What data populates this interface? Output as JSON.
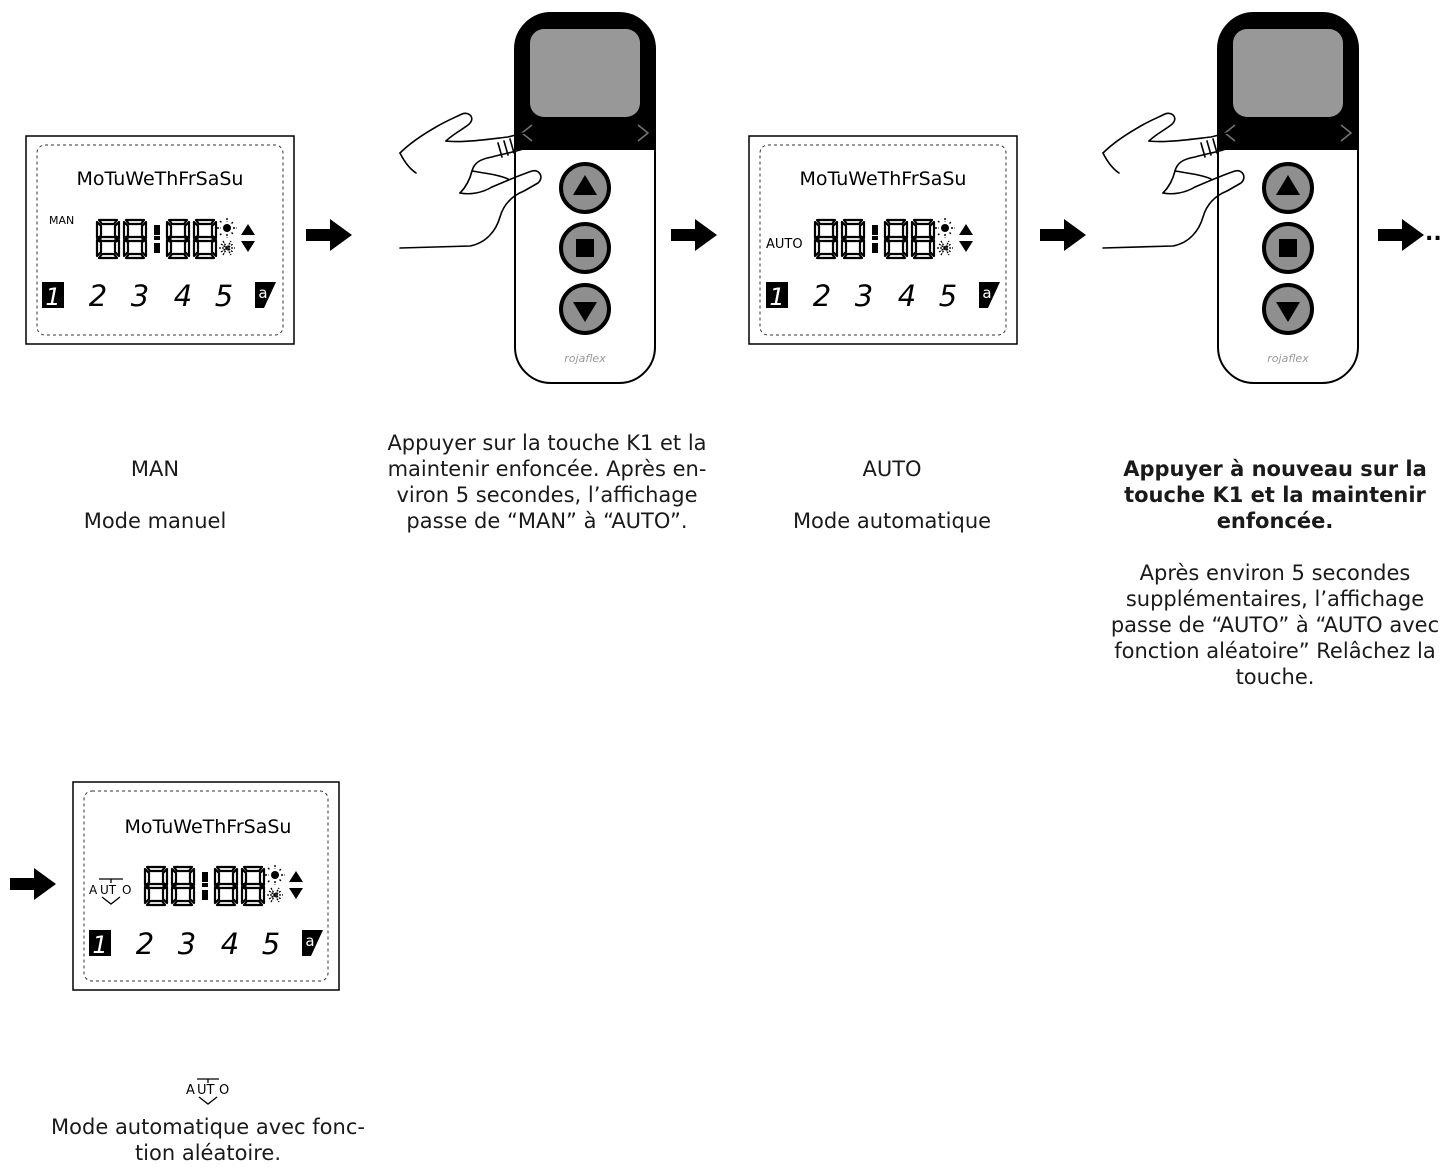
{
  "lcd": {
    "days": "MoTuWeThFrSaSu",
    "programs": [
      "1",
      "2",
      "3",
      "4",
      "5",
      "a"
    ]
  },
  "modes": {
    "man": "MAN",
    "auto": "AUTO",
    "auto_random_a": "A",
    "auto_random_ut": "UT",
    "auto_random_o": "O"
  },
  "remote": {
    "brand": "rojaflex"
  },
  "captions": {
    "step1": {
      "line1": "MAN",
      "line2": "Mode manuel"
    },
    "step2": "Appuyer sur la touche K1 et la\nmaintenir enfoncée. Après en-\nviron 5 secondes, l’affichage\npasse de “MAN” à “AUTO”.",
    "step3": {
      "line1": "AUTO",
      "line2": "Mode automatique"
    },
    "step4_bold": "Appuyer à nouveau sur la\ntouche K1 et la maintenir\nenfoncée.",
    "step4_text": "Après environ 5 secondes\nsupplémentaires, l’affichage\npasse de “AUTO” à “AUTO avec\nfonction aléatoire” Relâchez la\ntouche.",
    "step5": "Mode automatique avec fonc-\ntion aléatoire."
  },
  "continue_marker": ".."
}
